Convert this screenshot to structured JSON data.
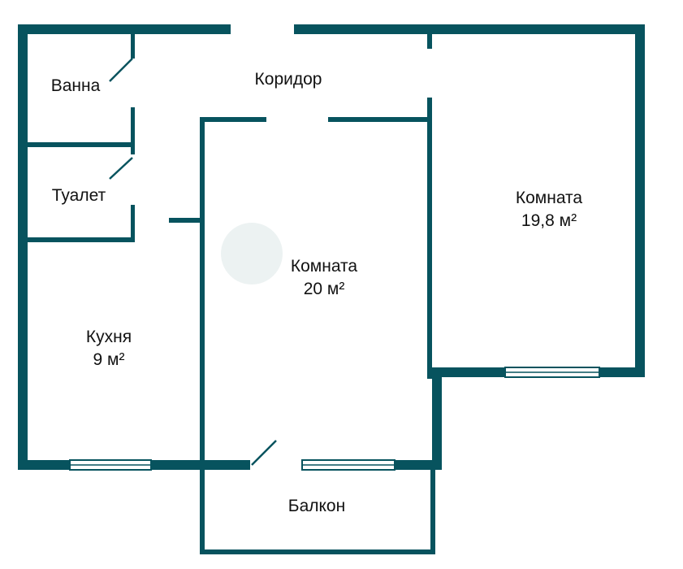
{
  "colors": {
    "wall": "#07535E",
    "thin_wall": "#07535E",
    "window": "#07535E",
    "background": "#FFFFFF"
  },
  "rooms": {
    "bath": {
      "name": "Ванна"
    },
    "corridor": {
      "name": "Коридор"
    },
    "toilet": {
      "name": "Туалет"
    },
    "room_right": {
      "name": "Комната",
      "area": "19,8 м²"
    },
    "room_center": {
      "name": "Комната",
      "area": "20 м²"
    },
    "kitchen": {
      "name": "Кухня",
      "area": "9 м²"
    },
    "balcony": {
      "name": "Балкон"
    }
  }
}
